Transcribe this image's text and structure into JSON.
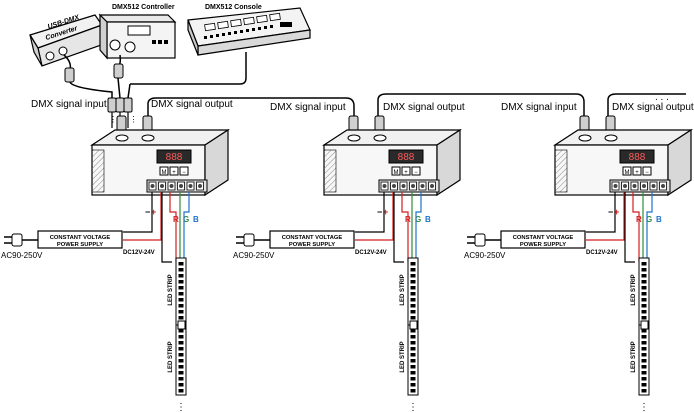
{
  "devices": {
    "usb_dmx": {
      "label_top": "USB-DMX",
      "label_bottom": "Converter"
    },
    "controller": {
      "title": "DMX512 Controller"
    },
    "console": {
      "title": "DMX512 Console"
    }
  },
  "signals": {
    "input": "DMX signal input",
    "output": "DMX signal output",
    "continuation": ". . ."
  },
  "power_supply": {
    "line1": "CONSTANT VOLTAGE",
    "line2": "POWER SUPPLY",
    "ac": "AC90-250V",
    "dc": "DC12V-24V"
  },
  "terminals": {
    "minus": "−",
    "plus": "+",
    "r": "R",
    "g": "G",
    "b": "B"
  },
  "decoder_buttons": [
    "M",
    "+",
    "−"
  ],
  "display_digits": "888",
  "led_strip": "LED STRIP",
  "continuation_dots": "⋮",
  "colors": {
    "plus": "#d21f1f",
    "r": "#d21f1f",
    "g": "#2e8b3a",
    "b": "#1e73c8",
    "line": "#000000"
  }
}
